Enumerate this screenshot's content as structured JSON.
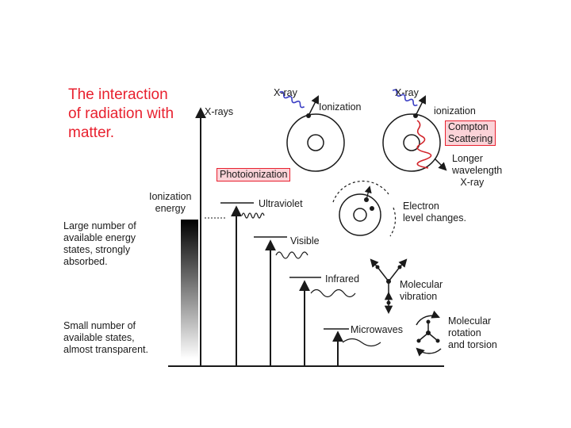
{
  "title": "The interaction\nof radiation with\nmatter.",
  "axis": {
    "xrays": "X-rays",
    "ionization_energy": "Ionization\nenergy"
  },
  "left_notes": {
    "upper": "Large number of\navailable energy\nstates, strongly\nabsorbed.",
    "lower": "Small number of\navailable states,\nalmost transparent."
  },
  "levels": {
    "ultraviolet": "Ultraviolet",
    "visible": "Visible",
    "infrared": "Infrared",
    "microwaves": "Microwaves"
  },
  "xray_panel": {
    "xray_label_1": "X-ray",
    "ionization_1": "Ionization",
    "xray_label_2": "X-ray",
    "ionization_2": "ionization",
    "photoionization": "Photoionization",
    "compton": "Compton\nScattering",
    "longer": "Longer\nwavelength\n   X-ray"
  },
  "effects": {
    "electron": "Electron\nlevel changes.",
    "vibration": "Molecular\nvibration",
    "rotation": "Molecular\nrotation\nand torsion"
  },
  "colors": {
    "title": "#e8212f",
    "xray_wave": "#3b3fc4",
    "scatter_wave": "#d2232a",
    "highlight_fill": "#fbd3d8",
    "ink": "#1a1a1a"
  }
}
